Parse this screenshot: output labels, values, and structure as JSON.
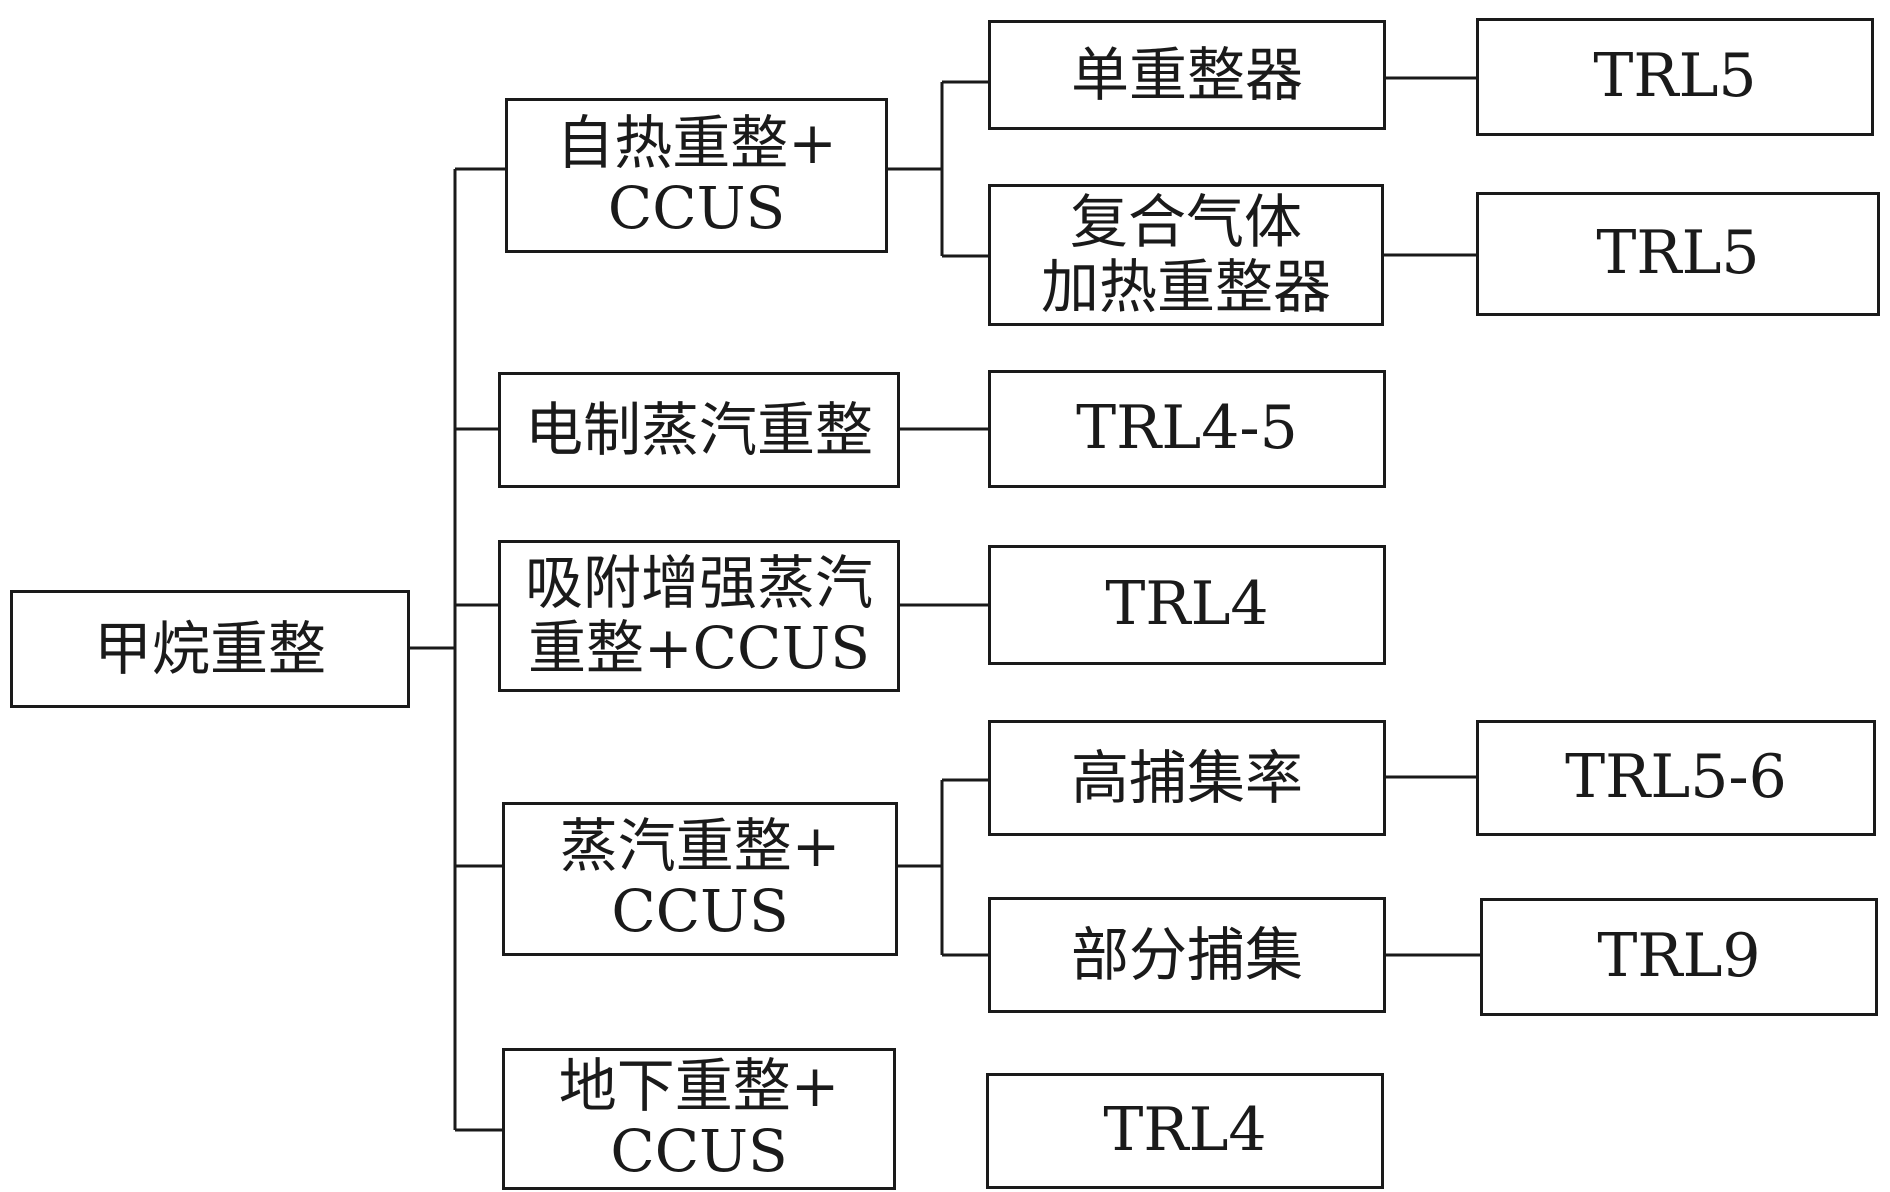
{
  "root": {
    "label": "甲烷重整"
  },
  "level1": {
    "autothermal": [
      "自热重整+",
      "CCUS"
    ],
    "electric_steam": [
      "电制蒸汽重整"
    ],
    "sorption_enhanced": [
      "吸附增强蒸汽",
      "重整+CCUS"
    ],
    "steam": [
      "蒸汽重整+",
      "CCUS"
    ],
    "underground": [
      "地下重整+",
      "CCUS"
    ]
  },
  "level2": {
    "single_reformer": [
      "单重整器"
    ],
    "composite_gas_heated": [
      "复合气体",
      "加热重整器"
    ],
    "high_capture": [
      "高捕集率"
    ],
    "partial_capture": [
      "部分捕集"
    ]
  },
  "trl": {
    "single_reformer": "TRL5",
    "composite_gas_heated": "TRL5",
    "electric_steam": "TRL4-5",
    "sorption_enhanced": "TRL4",
    "high_capture": "TRL5-6",
    "partial_capture": "TRL9",
    "underground": "TRL4"
  },
  "colors": {
    "stroke": "#1a1a1a",
    "background": "#ffffff"
  }
}
